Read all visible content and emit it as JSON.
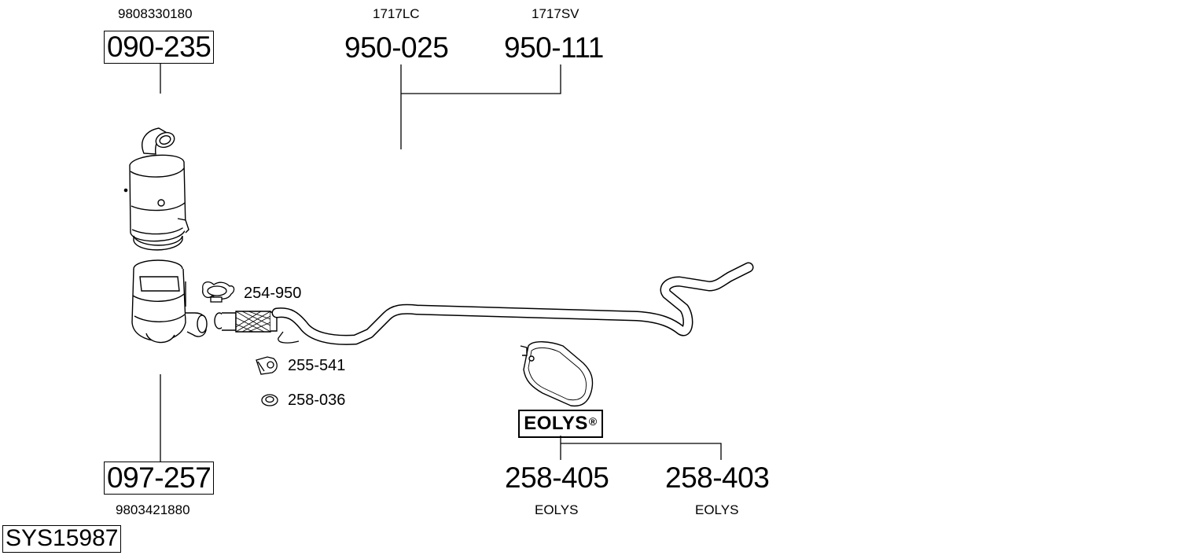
{
  "parts": {
    "p090_235": {
      "number": "090-235",
      "oem": "9808330180"
    },
    "p097_257": {
      "number": "097-257",
      "oem": "9803421880"
    },
    "p950_025": {
      "number": "950-025",
      "oem": "1717LC"
    },
    "p950_111": {
      "number": "950-111",
      "oem": "1717SV"
    },
    "p258_405": {
      "number": "258-405",
      "note": "EOLYS"
    },
    "p258_403": {
      "number": "258-403",
      "note": "EOLYS"
    },
    "p254_950": {
      "number": "254-950"
    },
    "p255_541": {
      "number": "255-541"
    },
    "p258_036": {
      "number": "258-036"
    }
  },
  "eolys_badge": {
    "text": "EOLYS",
    "mark": "®"
  },
  "system_id": "SYS15987"
}
